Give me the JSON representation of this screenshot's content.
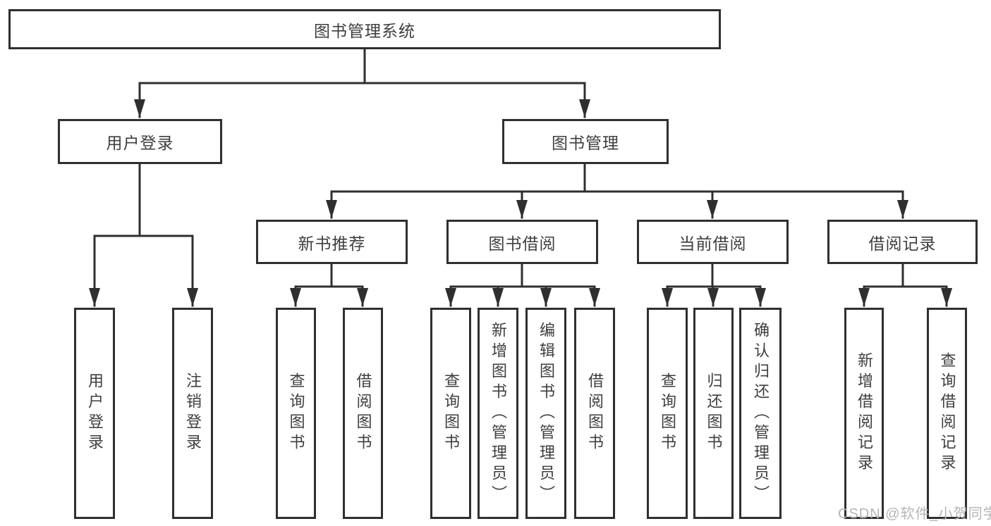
{
  "diagram": {
    "title": "图书管理系统",
    "level2": {
      "user_login": "用户登录",
      "book_mgmt": "图书管理"
    },
    "level3": {
      "new_book_rec": "新书推荐",
      "book_borrow": "图书借阅",
      "current_borrow": "当前借阅",
      "borrow_records": "借阅记录"
    },
    "leaves": {
      "user_login": [
        "用户登录",
        "注销登录"
      ],
      "new_book_rec": [
        "查询图书",
        "借阅图书"
      ],
      "book_borrow": [
        "查询图书",
        "新增图书（管理员）",
        "编辑图书（管理员）",
        "借阅图书"
      ],
      "current_borrow": [
        "查询图书",
        "归还图书",
        "确认归还（管理员）"
      ],
      "borrow_records": [
        "新增借阅记录",
        "查询借阅记录"
      ]
    },
    "watermark": "CSDN @软件_小贺同学",
    "colors": {
      "line": "#2f2f2f",
      "text": "#3e3e3e",
      "watermark": "#b5b5b5",
      "background": "#ffffff"
    }
  }
}
